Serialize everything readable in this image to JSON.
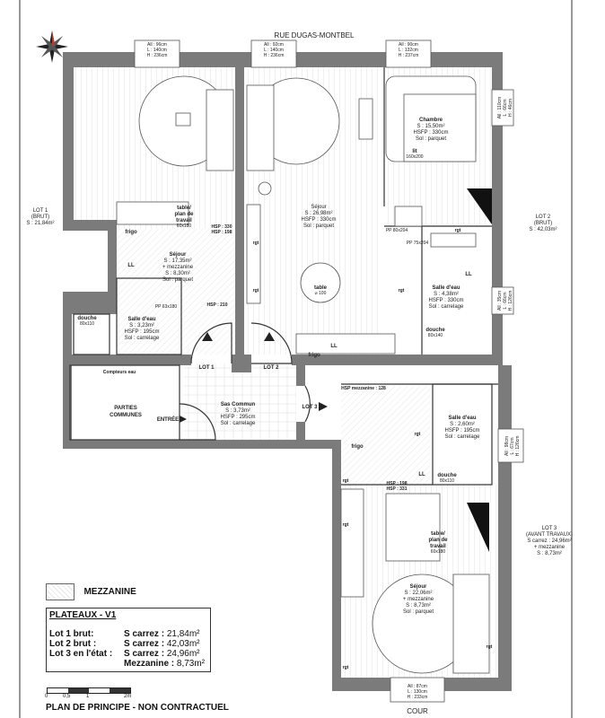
{
  "street": "RUE DUGAS-MONTBEL",
  "court": "COUR",
  "windows": {
    "top1": [
      "All : 96cm",
      "L : 140cm",
      "H : 236cm"
    ],
    "top2": [
      "All : 92cm",
      "L : 140cm",
      "H : 236cm"
    ],
    "top3": [
      "All : 90cm",
      "L : 132cm",
      "H : 237cm"
    ],
    "right1": [
      "All : 110cm",
      "L : 66cm",
      "H : 46cm"
    ],
    "right2": [
      "All : 35cm",
      "L : 66cm",
      "H : 126cm"
    ],
    "right3": [
      "All : 98cm",
      "L : 67cm",
      "H : 126cm"
    ],
    "bottom": [
      "All : 87cm",
      "L : 130cm",
      "H : 233cm"
    ]
  },
  "lots": {
    "lot1": [
      "LOT 1",
      "(BRUT)",
      "S : 21,84m²"
    ],
    "lot2": [
      "LOT 2",
      "(BRUT)",
      "S : 42,03m²"
    ],
    "lot3": [
      "LOT 3",
      "(AVANT TRAVAUX)",
      "S carrez : 24,96m²",
      "+ mezzanine",
      "S : 8,73m²"
    ]
  },
  "rooms": {
    "lot1_sejour": [
      "Séjour",
      "S : 17,35m²",
      "+ mezzanine",
      "S : 8,30m²",
      "Sol : parquet"
    ],
    "lot1_table": [
      "table/",
      "plan de",
      "travail",
      "60x180"
    ],
    "lot1_sde": [
      "Salle d'eau",
      "S : 3,23m²",
      "HSFP : 195cm",
      "Sol : carrelage"
    ],
    "lot1_douche": [
      "douche",
      "80x110"
    ],
    "lot1_pp": "PP 63x180",
    "lot2_sejour": [
      "Séjour",
      "S : 26,98m²",
      "HSFP : 330cm",
      "Sol : parquet"
    ],
    "lot2_table": [
      "table",
      "⌀ 100"
    ],
    "chambre": [
      "Chambre",
      "S : 15,50m²",
      "HSFP : 330cm",
      "Sol : parquet"
    ],
    "lit": [
      "lit",
      "160x200"
    ],
    "pp1": "PP 80x204",
    "pp2": "PP 75x204",
    "lot2_sde": [
      "Salle d'eau",
      "S : 4,38m²",
      "HSFP : 330cm",
      "Sol : carrelage"
    ],
    "lot2_douche": [
      "douche",
      "80x140"
    ],
    "sas": [
      "Sas Commun",
      "S : 3,73m²",
      "HSFP : 295cm",
      "Sol : carrelage"
    ],
    "parties": [
      "PARTIES",
      "COMMUNES"
    ],
    "entree": "ENTRÉE",
    "compteurs": "Compteurs eau",
    "lot3_sde": [
      "Salle d'eau",
      "S : 2,60m²",
      "HSFP : 195cm",
      "Sol : carrelage"
    ],
    "lot3_douche": [
      "douche",
      "80x110"
    ],
    "lot3_table": [
      "table/",
      "plan de",
      "travail",
      "60x180"
    ],
    "lot3_sejour": [
      "Séjour",
      "S : 22,06m²",
      "+ mezzanine",
      "S : 8,73m²",
      "Sol : parquet"
    ],
    "hsp_mezz": "HSP mezzanine : 128"
  },
  "marks": {
    "frigo": "frigo",
    "ll": "LL",
    "rgt": "rgt",
    "hsp330": "HSP : 330",
    "hsp198": "HSP : 198",
    "hsp210": "HSP : 210",
    "hsp331": "HSP : 331"
  },
  "doors": {
    "lot1": "LOT 1",
    "lot2": "LOT 2",
    "lot3": "LOT 3"
  },
  "legend": {
    "mezzanine": "MEZZANINE",
    "title": "PLATEAUX - V1",
    "rows": [
      {
        "label": "Lot 1 brut:",
        "key": "S carrez :",
        "value": "21,84m²"
      },
      {
        "label": "Lot 2 brut :",
        "key": "S carrez :",
        "value": "42,03m²"
      },
      {
        "label": "Lot 3 en l'état :",
        "key": "S carrez :",
        "value": "24,96m²"
      },
      {
        "label": "",
        "key": "Mezzanine :",
        "value": "8,73m²"
      }
    ],
    "scale": [
      "0",
      "0,5",
      "1",
      "2m"
    ],
    "footer": "PLAN DE PRINCIPE - NON CONTRACTUEL"
  },
  "colors": {
    "wall": "#7b7b7b",
    "line": "#333333"
  }
}
